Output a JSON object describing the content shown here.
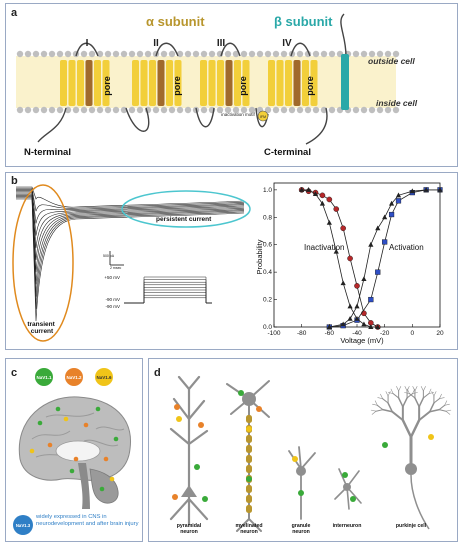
{
  "colors": {
    "panel_border": "#9aa9c4",
    "alpha_gold": "#b8962e",
    "beta_teal": "#2aa8a8",
    "helix_yellow": "#f2cf3a",
    "helix_brown": "#a06a2c",
    "orange_ellipse": "#e08a1e",
    "cyan_ellipse": "#4cc6cf",
    "inactivation_red": "#b5282a",
    "activation_blue": "#2f4fc6",
    "nav11": "#3aaa3a",
    "nav12": "#e8822a",
    "nav16": "#f0c419",
    "nav13": "#2f7fc6",
    "neuron_grey": "#8f8f8f"
  },
  "panel_a": {
    "label": "a",
    "alpha_title": "α subunit",
    "beta_title": "β subunit",
    "domains": [
      "I",
      "II",
      "III",
      "IV"
    ],
    "pore_label": "pore",
    "outside": "outside cell",
    "inside": "inside cell",
    "n_terminal": "N-terminal",
    "c_terminal": "C-terminal",
    "inactivation_motif": "inactivation motif",
    "ifm": "IFM"
  },
  "panel_b": {
    "label": "b",
    "persistent": "persistent current",
    "transient": "transient current",
    "scale_v": "500 pA",
    "scale_h": "2 msec",
    "protocol": [
      "+50 mV",
      "-90 mV",
      "-90 mV"
    ]
  },
  "chart_data": {
    "type": "scatter",
    "xlabel": "Voltage (mV)",
    "ylabel": "Probability",
    "xlim": [
      -100,
      20
    ],
    "ylim": [
      0,
      1.05
    ],
    "xticks": [
      -100,
      -80,
      -60,
      -40,
      -20,
      0,
      20
    ],
    "yticks": [
      0.0,
      0.2,
      0.4,
      0.6,
      0.8,
      1.0
    ],
    "annotations": [
      "Inactivation",
      "Activation"
    ],
    "series": [
      {
        "color": "#b5282a",
        "marker": "circle",
        "curve": "line",
        "x": [
          -80,
          -75,
          -70,
          -65,
          -60,
          -55,
          -50,
          -45,
          -40,
          -35,
          -30,
          -25
        ],
        "y": [
          1.0,
          0.99,
          0.98,
          0.96,
          0.93,
          0.86,
          0.72,
          0.5,
          0.3,
          0.1,
          0.03,
          0.0
        ]
      },
      {
        "color": "#2f4fc6",
        "marker": "square",
        "curve": "line",
        "x": [
          -60,
          -50,
          -40,
          -30,
          -25,
          -20,
          -15,
          -10,
          0,
          10,
          20
        ],
        "y": [
          0.0,
          0.01,
          0.05,
          0.2,
          0.4,
          0.62,
          0.82,
          0.92,
          0.98,
          1.0,
          1.0
        ]
      },
      {
        "color": "#222222",
        "marker": "triangle",
        "curve": "line",
        "x": [
          -80,
          -75,
          -70,
          -65,
          -60,
          -55,
          -50,
          -45,
          -40,
          -35,
          -30,
          -25
        ],
        "y": [
          1.0,
          1.0,
          0.97,
          0.9,
          0.76,
          0.55,
          0.32,
          0.15,
          0.06,
          0.02,
          0.0,
          0.0
        ]
      },
      {
        "color": "#222222",
        "marker": "triangle",
        "curve": "line",
        "x": [
          -60,
          -50,
          -45,
          -40,
          -35,
          -30,
          -25,
          -20,
          -15,
          -10,
          0,
          10,
          20
        ],
        "y": [
          0.0,
          0.02,
          0.06,
          0.15,
          0.35,
          0.6,
          0.72,
          0.8,
          0.9,
          0.96,
          0.99,
          1.0,
          1.0
        ]
      }
    ]
  },
  "panel_c": {
    "label": "c",
    "chips": [
      "NaV1.1",
      "NaV1.2",
      "NaV1.6"
    ],
    "nav13_badge": "NaV1.3",
    "nav13_text": "widely expressed in CNS in neurodevelopment and after brain injury"
  },
  "panel_d": {
    "label": "d",
    "neurons": [
      "pyramidal neuron",
      "myelinated neuron",
      "granule neuron",
      "interneuron",
      "purkinje cell"
    ]
  }
}
